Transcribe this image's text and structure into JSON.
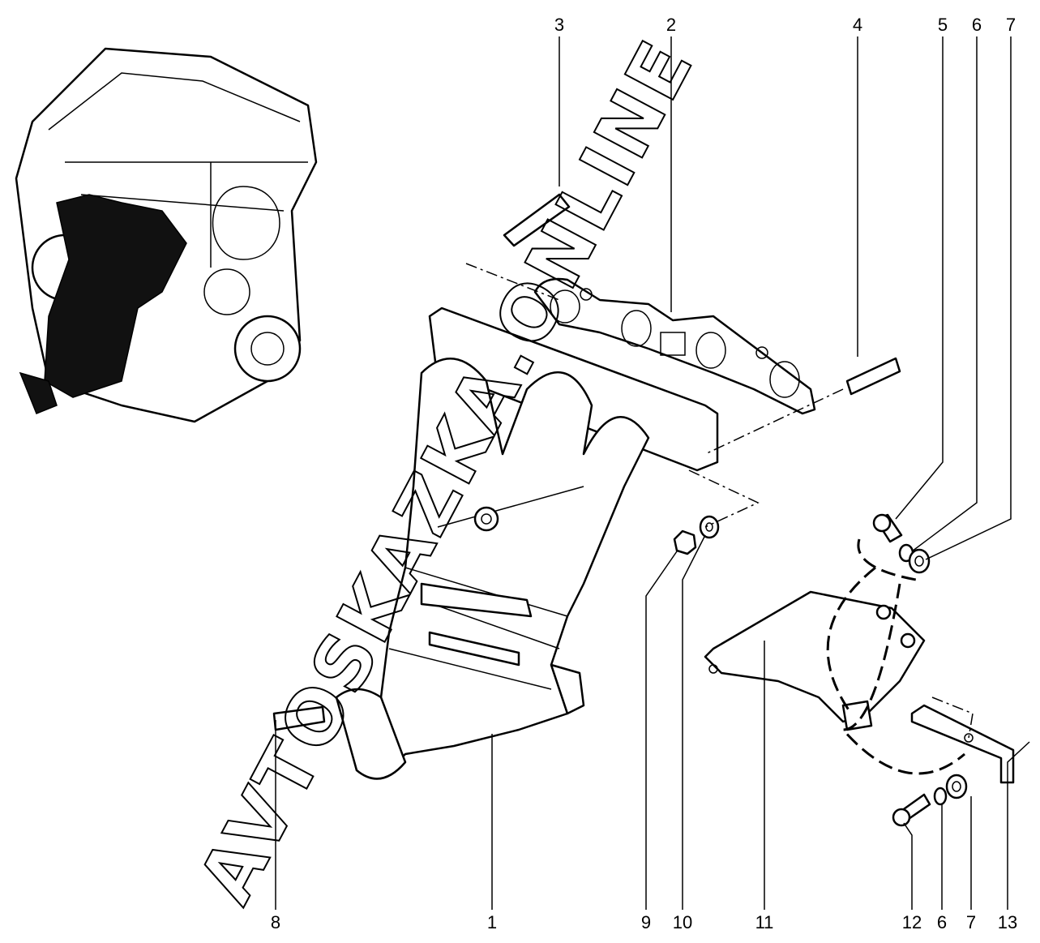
{
  "diagram": {
    "callouts_top": [
      {
        "id": "3",
        "label": "3"
      },
      {
        "id": "2",
        "label": "2"
      },
      {
        "id": "4",
        "label": "4"
      },
      {
        "id": "5",
        "label": "5"
      },
      {
        "id": "6",
        "label": "6"
      },
      {
        "id": "7",
        "label": "7"
      }
    ],
    "callouts_bottom": [
      {
        "id": "8",
        "label": "8"
      },
      {
        "id": "1",
        "label": "1"
      },
      {
        "id": "9",
        "label": "9"
      },
      {
        "id": "10",
        "label": "10"
      },
      {
        "id": "11",
        "label": "11"
      },
      {
        "id": "12",
        "label": "12"
      },
      {
        "id": "6b",
        "label": "6"
      },
      {
        "id": "7b",
        "label": "7"
      },
      {
        "id": "13",
        "label": "13"
      }
    ],
    "watermark": "AVTOSKAZKA.ONLINE"
  }
}
